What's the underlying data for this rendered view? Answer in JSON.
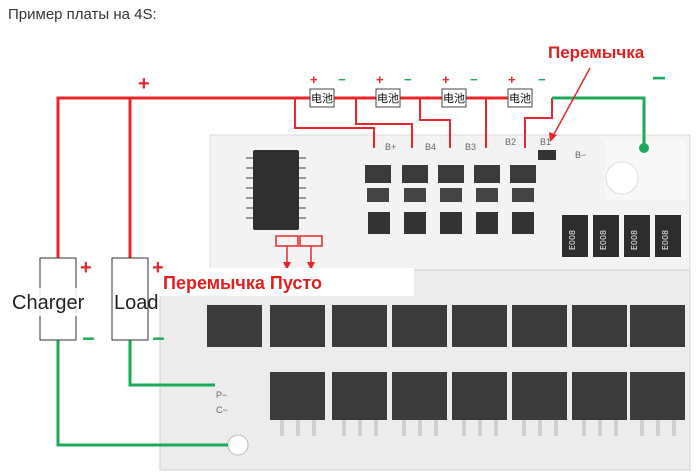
{
  "caption": "Пример платы на 4S:",
  "labels": {
    "jumper": "Перемычка",
    "jumper_empty": "Перемычка Пусто",
    "charger": "Charger",
    "load": "Load",
    "battery": "电池",
    "plus": "+",
    "minus": "−",
    "pad_b_plus": "B+",
    "pad_b4": "B4",
    "pad_b3": "B3",
    "pad_b2": "B2",
    "pad_b1": "B1",
    "pad_b_minus": "B−",
    "pad_p_minus": "P−",
    "pad_c_minus": "C−",
    "shunt_code": "E008"
  },
  "colors": {
    "positive_wire": "#e8262b",
    "negative_wire": "#1ea85a",
    "callout_text": "#e02020",
    "pcb": "#f2f2f2",
    "chip": "#3a3a3a"
  }
}
